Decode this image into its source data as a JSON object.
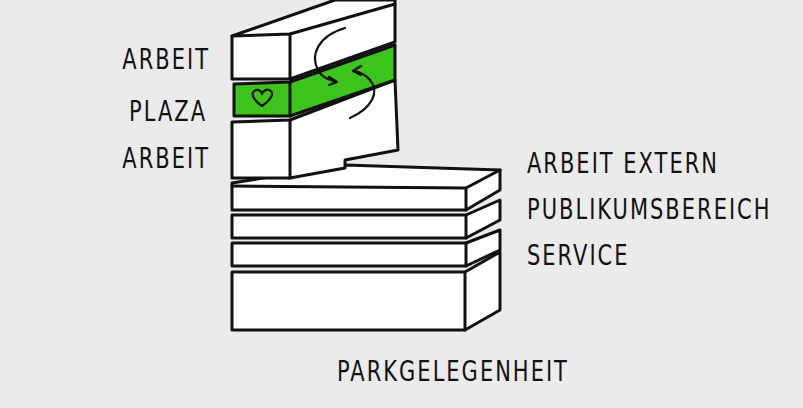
{
  "diagram": {
    "labels": [
      "ARBEIT",
      "PLAZA",
      "ARBEIT",
      "ARBEIT EXTERN",
      "PUBLIKUMSBEREICH",
      "SERVICE",
      "PARKGELEGENHEIT"
    ]
  }
}
